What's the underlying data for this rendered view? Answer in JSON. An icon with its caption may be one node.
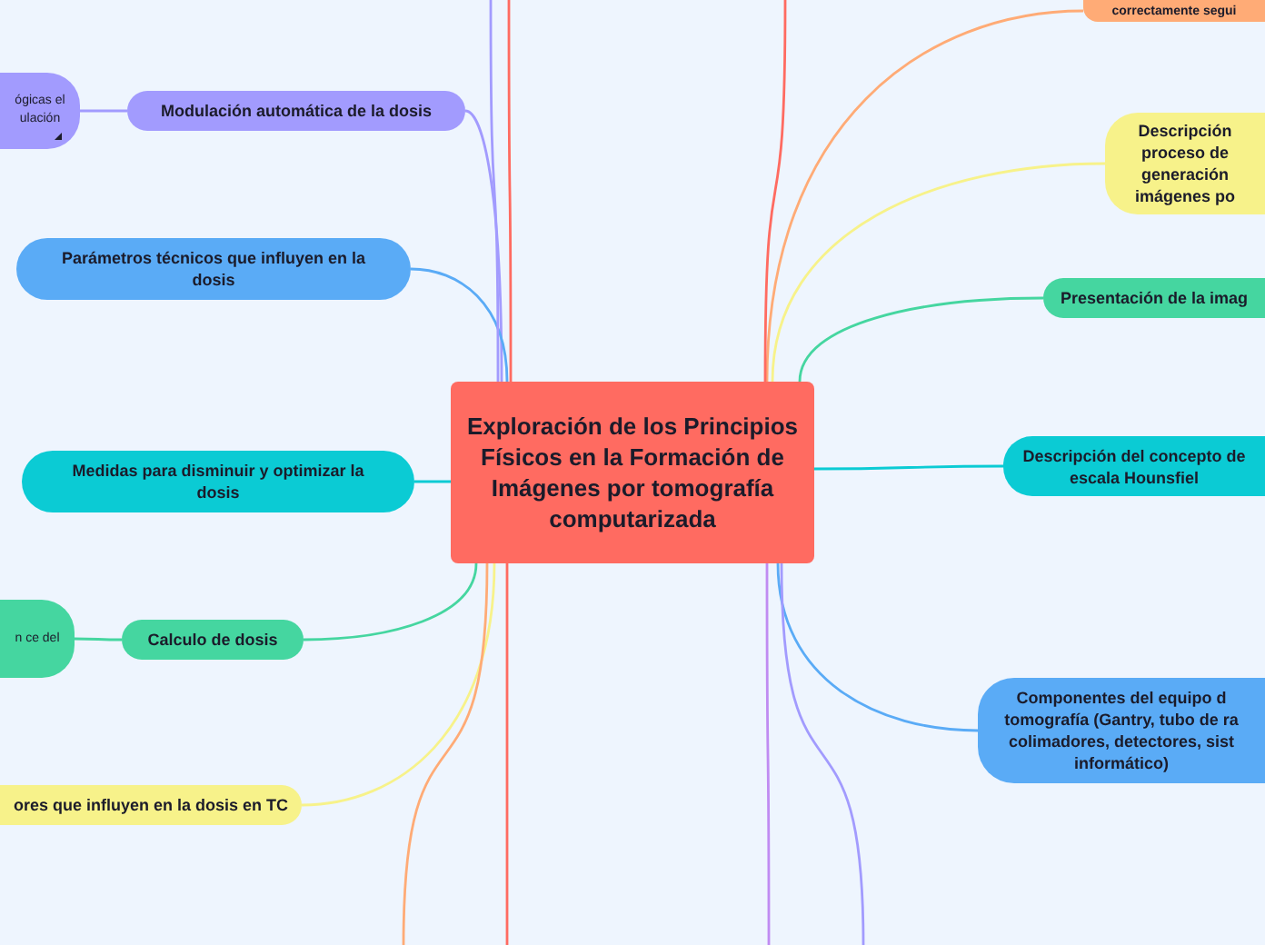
{
  "diagram": {
    "nodes": [
      {
        "text": [
          "Exploración de los Principios Físicos en la Formación de Imágenes por tomografía computarizada"
        ]
      },
      {
        "text": [
          "Modulación automática de la dosis"
        ]
      },
      {
        "text": [
          "ógicas el ulación"
        ]
      },
      {
        "text": [
          "Parámetros técnicos que influyen en la dosis"
        ]
      },
      {
        "text": [
          "Medidas para disminuir y optimizar la dosis"
        ]
      },
      {
        "text": [
          "Calculo de dosis"
        ]
      },
      {
        "text": [
          "n ce del"
        ]
      },
      {
        "text": [
          "ores que influyen en la dosis en TC"
        ]
      },
      {
        "text": [
          "correctamente segui"
        ]
      },
      {
        "text": [
          "Descripción proceso de generación imágenes po"
        ]
      },
      {
        "text": [
          "Presentación de la imag"
        ]
      },
      {
        "text": [
          "Descripción del concepto de escala Hounsfiel"
        ]
      },
      {
        "text": [
          "Componentes del equipo d tomografía (Gantry, tubo de ra colimadores, detectores, sist informático)"
        ]
      }
    ],
    "edges": [
      {
        "from": 0,
        "to": 1,
        "arrow": "none",
        "color": "#a29bfe"
      },
      {
        "from": 0,
        "to": 3,
        "arrow": "none",
        "color": "#5aabf6"
      },
      {
        "from": 0,
        "to": 4,
        "arrow": "none",
        "color": "#0bcbd4"
      },
      {
        "from": 0,
        "to": 5,
        "arrow": "none",
        "color": "#45d6a0"
      },
      {
        "from": 0,
        "to": 7,
        "arrow": "none",
        "color": "#f7f28a"
      },
      {
        "from": 0,
        "to": 8,
        "arrow": "none",
        "color": "#ffab76"
      },
      {
        "from": 0,
        "to": 9,
        "arrow": "none",
        "color": "#f7f28a"
      },
      {
        "from": 0,
        "to": 10,
        "arrow": "none",
        "color": "#45d6a0"
      },
      {
        "from": 0,
        "to": 11,
        "arrow": "none",
        "color": "#0bcbd4"
      },
      {
        "from": 0,
        "to": 12,
        "arrow": "none",
        "color": "#5aabf6"
      },
      {
        "from": 1,
        "to": 2,
        "arrow": "none",
        "color": "#a29bfe"
      },
      {
        "from": 5,
        "to": 6,
        "arrow": "none",
        "color": "#45d6a0"
      },
      {
        "from": 0,
        "to": null,
        "arrow": "none",
        "color": "#a29bfe"
      },
      {
        "from": 0,
        "to": null,
        "arrow": "none",
        "color": "#ff6b61"
      },
      {
        "from": 0,
        "to": null,
        "arrow": "none",
        "color": "#ff6b61"
      },
      {
        "from": 0,
        "to": null,
        "arrow": "none",
        "color": "#ffab76"
      },
      {
        "from": 0,
        "to": null,
        "arrow": "none",
        "color": "#ff6b61"
      },
      {
        "from": 0,
        "to": null,
        "arrow": "none",
        "color": "#c08bf2"
      },
      {
        "from": 0,
        "to": null,
        "arrow": "none",
        "color": "#a29bfe"
      }
    ]
  }
}
